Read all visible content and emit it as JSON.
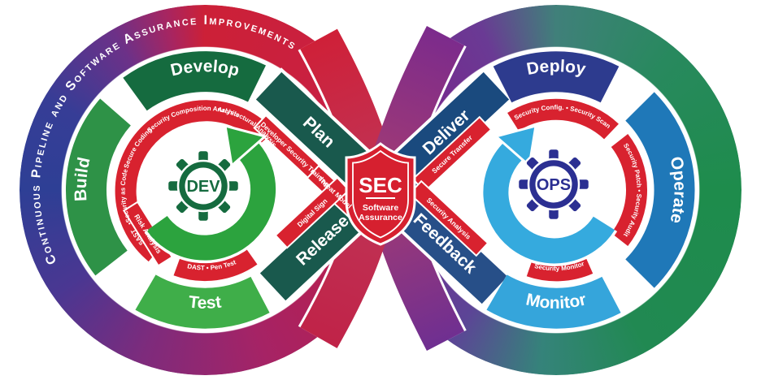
{
  "title_arc": "Continuous Pipeline and Software Assurance Improvements",
  "shield": {
    "title": "SEC",
    "subtitle_top": "Software",
    "subtitle_bottom": "Assurance"
  },
  "left_loop": {
    "gear_label": "DEV",
    "segments": {
      "build": "Build",
      "develop": "Develop",
      "plan": "Plan",
      "test": "Test",
      "release": "Release"
    },
    "security_activities": {
      "sast": "SAST",
      "bullet": "•",
      "security_as_code": "Security as Code",
      "secure_coding": "Secure Coding",
      "security_composition_analysis": "Security Composition Analysis",
      "architectural_analysis": "Architectural Analysis",
      "developer_security_training": "Developer Security Training",
      "threat_model": "Threat Model",
      "digital_sign": "Digital Sign",
      "risk_analysis": "Risk Analysis",
      "dast_pen_test": "DAST  •  Pen Test"
    }
  },
  "right_loop": {
    "gear_label": "OPS",
    "segments": {
      "deliver": "Deliver",
      "deploy": "Deploy",
      "operate": "Operate",
      "monitor": "Monitor",
      "feedback": "Feedback"
    },
    "security_activities": {
      "secure_transfer": "Secure Transfer",
      "config_scan": "Security Config.  •  Security Scan",
      "patch_audit": "Security Patch  •  Security Audit",
      "security_monitor": "Security Monitor",
      "security_analysis": "Security Analysis"
    }
  },
  "colors": {
    "ribbon_red": "#d8222f",
    "shield_red": "#d6202f",
    "dev_gear_green": "#156b3f",
    "ops_gear_blue": "#2b2f92",
    "build_green": "#2e9247",
    "develop_green": "#156b3f",
    "test_green": "#3fae49",
    "plan_release_teal": "#19594d",
    "deploy_indigo": "#2d3b8e",
    "operate_blue": "#1f78b8",
    "monitor_blue": "#35a5db",
    "deliver_blue": "#1a4a7e",
    "feedback_blue": "#274f88",
    "band_left_blue": "#2e3f95",
    "band_left_red": "#cc2037",
    "band_right_green": "#1e8c4c",
    "band_right_purple": "#7c2b8c",
    "arrow_green": "#2ca33e",
    "arrow_blue": "#35aade"
  }
}
